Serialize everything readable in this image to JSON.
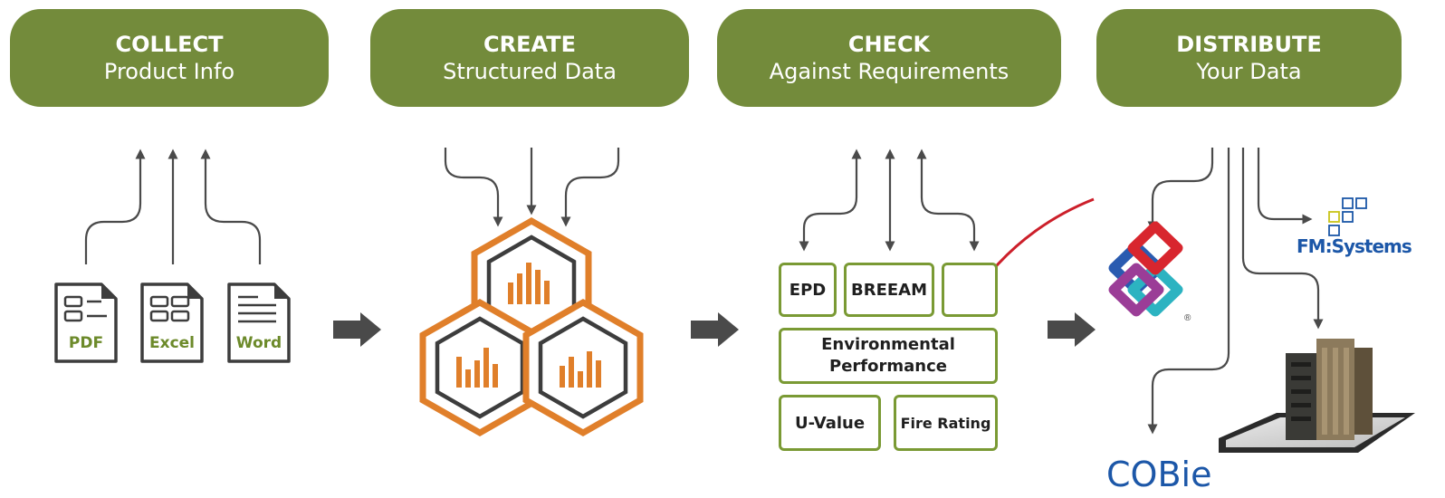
{
  "colors": {
    "pill": "#738b3b",
    "doc_label": "#6c8a2a",
    "box_border": "#7a9a34",
    "hex_orange": "#e07f2a",
    "arrow": "#4a4a4a",
    "brand_blue": "#1c57a8",
    "check_red": "#cc1f2a"
  },
  "steps": [
    {
      "title": "COLLECT",
      "subtitle": "Product Info"
    },
    {
      "title": "CREATE",
      "subtitle": "Structured Data"
    },
    {
      "title": "CHECK",
      "subtitle": "Against Requirements"
    },
    {
      "title": "DISTRIBUTE",
      "subtitle": "Your Data"
    }
  ],
  "documents": [
    {
      "label": "PDF",
      "icon": "pdf-document-icon"
    },
    {
      "label": "Excel",
      "icon": "excel-document-icon"
    },
    {
      "label": "Word",
      "icon": "word-document-icon"
    }
  ],
  "checks": {
    "epd": "EPD",
    "breeam": "BREEAM",
    "environmental": "Environmental Performance",
    "u_value": "U-Value",
    "fire_rating": "Fire Rating",
    "check_icon": "checkmark-icon"
  },
  "outputs": {
    "fm_systems": "FM:Systems",
    "cobie": "COBie",
    "ifc_reg": "®",
    "ifc_icon": "ifc-logo-icon",
    "tablet_icon": "tablet-building-icon"
  }
}
